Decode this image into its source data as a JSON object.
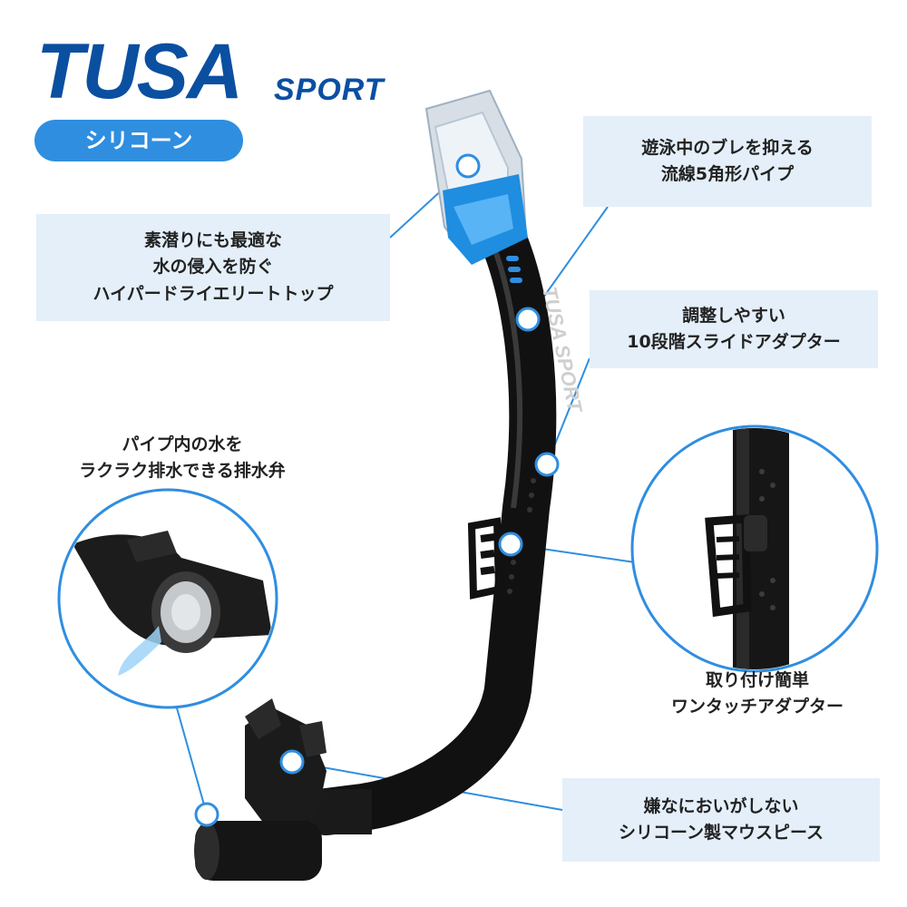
{
  "brand": {
    "name": "TUSA",
    "sub": "SPORT",
    "badge": "シリコーン"
  },
  "features": {
    "top_left": "素潜りにも最適な\n水の侵入を防ぐ\nハイパードライエリートトップ",
    "top_right": "遊泳中のブレを抑える\n流線5角形パイプ",
    "mid_right": "調整しやすい\n10段階スライドアダプター",
    "valve": "パイプ内の水を\nラクラク排水できる排水弁",
    "adapter": "取り付け簡単\nワンタッチアダプター",
    "mouthpiece": "嫌なにおいがしない\nシリコーン製マウスピース"
  },
  "tube_print": "TUSA SPORT",
  "colors": {
    "brand_blue": "#0b4fa1",
    "accent_blue": "#2f8ee0",
    "box_bg": "#e4eff9",
    "tube": "#111111"
  }
}
